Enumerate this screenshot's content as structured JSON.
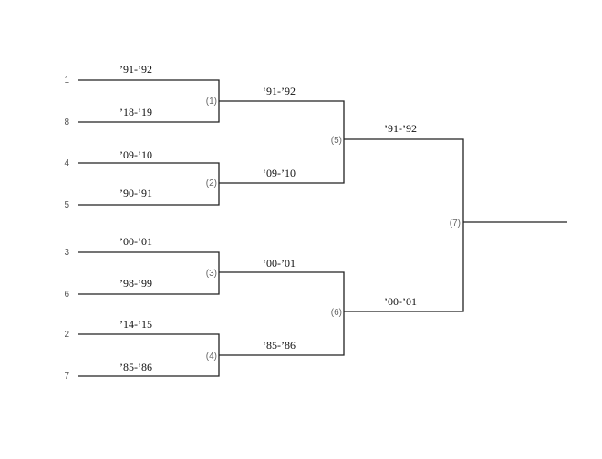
{
  "bracket": {
    "round1": [
      {
        "match_label": "(1)",
        "winner": "’91-’92",
        "slots": [
          {
            "seed": "1",
            "team": "’91-’92"
          },
          {
            "seed": "8",
            "team": "’18-’19"
          }
        ]
      },
      {
        "match_label": "(2)",
        "winner": "’09-’10",
        "slots": [
          {
            "seed": "4",
            "team": "’09-’10"
          },
          {
            "seed": "5",
            "team": "’90-’91"
          }
        ]
      },
      {
        "match_label": "(3)",
        "winner": "’00-’01",
        "slots": [
          {
            "seed": "3",
            "team": "’00-’01"
          },
          {
            "seed": "6",
            "team": "’98-’99"
          }
        ]
      },
      {
        "match_label": "(4)",
        "winner": "’85-’86",
        "slots": [
          {
            "seed": "2",
            "team": "’14-’15"
          },
          {
            "seed": "7",
            "team": "’85-’86"
          }
        ]
      }
    ],
    "round2": [
      {
        "match_label": "(5)",
        "winner": "’91-’92"
      },
      {
        "match_label": "(6)",
        "winner": "’00-’01"
      }
    ],
    "final": {
      "match_label": "(7)"
    }
  }
}
